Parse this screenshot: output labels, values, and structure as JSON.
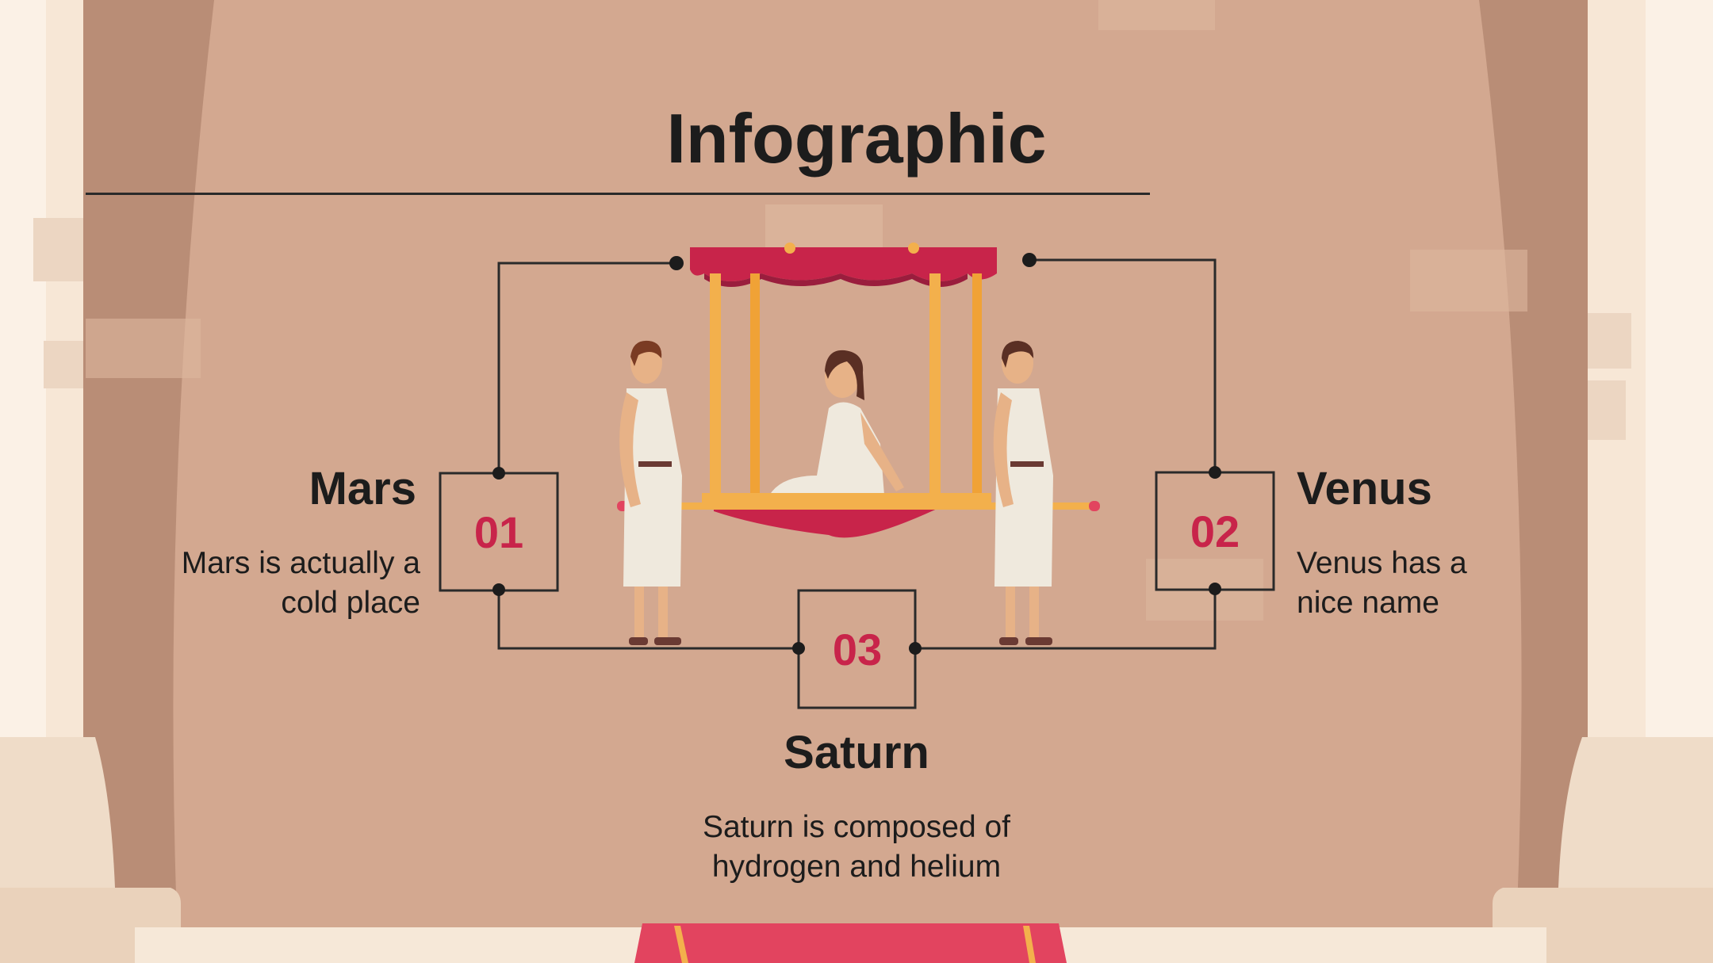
{
  "slide": {
    "title": "Infographic"
  },
  "items": [
    {
      "number": "01",
      "heading": "Mars",
      "text_line1": "Mars is actually a",
      "text_line2": "cold place"
    },
    {
      "number": "02",
      "heading": "Venus",
      "text_line1": "Venus has a",
      "text_line2": "nice name"
    },
    {
      "number": "03",
      "heading": "Saturn",
      "text_line1": "Saturn is composed of",
      "text_line2": "hydrogen and helium"
    }
  ],
  "colors": {
    "background": "#d3a890",
    "accent_number": "#c8244a",
    "text": "#1c1c1c",
    "curtain_dark": "#b98d76",
    "column_light": "#f8ebdc",
    "carpet": "#e2445f"
  },
  "illustration": "roman-litter-bearers-illustration"
}
